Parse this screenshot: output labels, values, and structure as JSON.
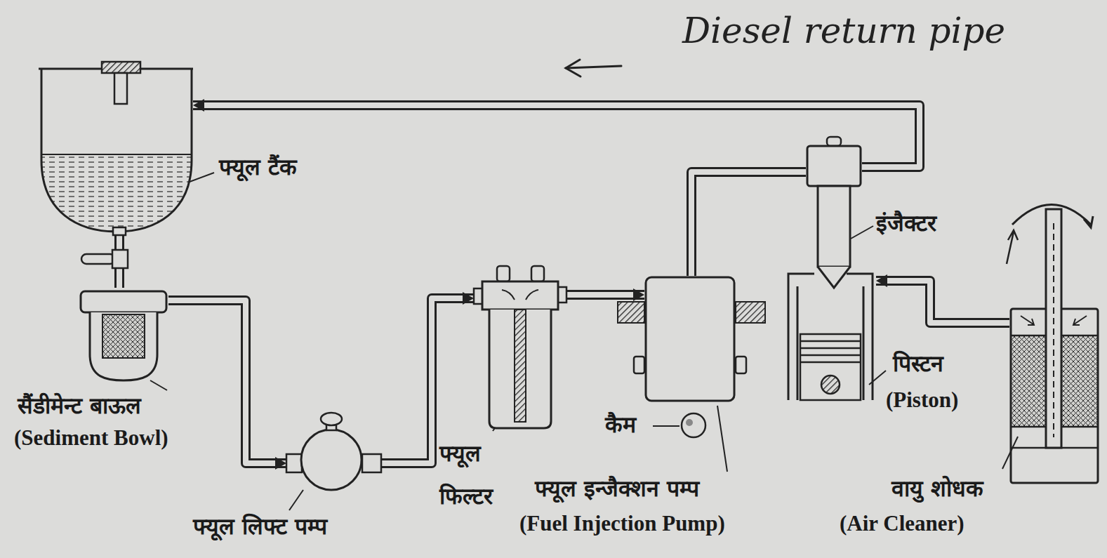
{
  "diagram": {
    "nodes": [
      {
        "text": [
          "फ्यूल टैंक"
        ]
      },
      {
        "text": [
          "सैंडीमेन्ट बाऊल",
          "(Sediment Bowl)"
        ]
      },
      {
        "text": [
          "फ्यूल लिफ्ट पम्प"
        ]
      },
      {
        "text": [
          "फ्यूल फिल्टर"
        ]
      },
      {
        "text": [
          "फ्यूल इन्जैक्शन पम्प",
          "(Fuel Injection Pump)"
        ]
      },
      {
        "text": [
          "इंजैक्टर"
        ]
      },
      {
        "text": [
          "पिस्टन",
          "(Piston)"
        ]
      },
      {
        "text": [
          "वायु शोधक",
          "(Air Cleaner)"
        ]
      }
    ],
    "edges": [
      {
        "from": 0,
        "to": 1,
        "arrow": "none"
      },
      {
        "from": 1,
        "to": 2,
        "arrow": "to"
      },
      {
        "from": 2,
        "to": 3,
        "arrow": "to"
      },
      {
        "from": 3,
        "to": 4,
        "arrow": "to"
      },
      {
        "from": 4,
        "to": 5,
        "arrow": "none"
      },
      {
        "from": 5,
        "to": 0,
        "arrow": "to",
        "label": "Diesel return pipe"
      },
      {
        "from": 7,
        "to": 6,
        "arrow": "to"
      }
    ],
    "labels": [
      "कैम"
    ]
  }
}
